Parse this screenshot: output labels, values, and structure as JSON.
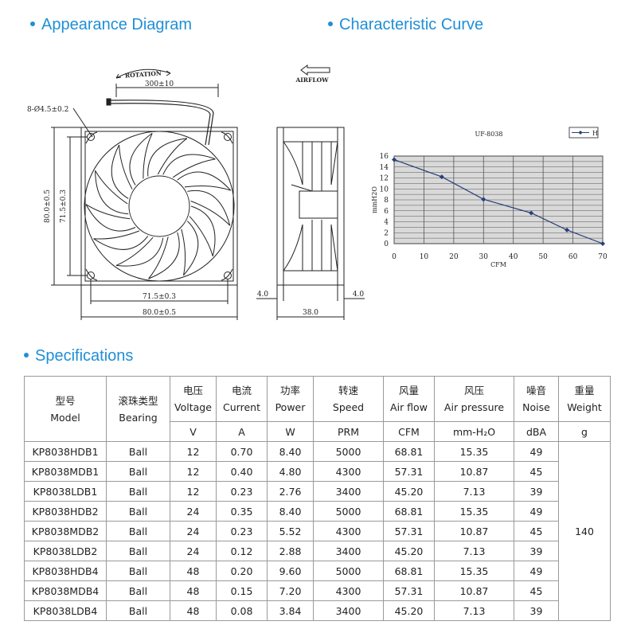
{
  "sections": {
    "appearance": "Appearance Diagram",
    "curve": "Characteristic Curve",
    "specs": "Specifications"
  },
  "diagram": {
    "rotation_label": "ROTATION",
    "cable_length": "300±10",
    "hole_spec": "8-Ø4.5±0.2",
    "dim_outer_v": "80.0±0.5",
    "dim_inner_v": "71.5±0.3",
    "dim_inner_h": "71.5±0.3",
    "dim_outer_h": "80.0±0.5",
    "airflow_label": "AIRFLOW",
    "side_flange_left": "4.0",
    "side_flange_right": "4.0",
    "side_depth": "38.0"
  },
  "chart_data": {
    "type": "line",
    "title": "UF-8038",
    "xlabel": "CFM",
    "ylabel": "mmH2O",
    "xlim": [
      0,
      70
    ],
    "ylim": [
      0,
      16
    ],
    "xticks": [
      0,
      10,
      20,
      30,
      40,
      50,
      60,
      70
    ],
    "yticks": [
      0,
      2,
      4,
      6,
      8,
      10,
      12,
      14,
      16
    ],
    "grid": true,
    "legend_position": "top-right",
    "series": [
      {
        "name": "H",
        "x": [
          0,
          16,
          30,
          46,
          58,
          70
        ],
        "y": [
          15.35,
          12.2,
          8.1,
          5.6,
          2.5,
          0
        ]
      }
    ]
  },
  "table": {
    "headers": [
      {
        "cn": "型号",
        "en": "Model"
      },
      {
        "cn": "滚珠类型",
        "en": "Bearing"
      },
      {
        "cn": "电压",
        "en": "Voltage"
      },
      {
        "cn": "电流",
        "en": "Current"
      },
      {
        "cn": "功率",
        "en": "Power"
      },
      {
        "cn": "转速",
        "en": "Speed"
      },
      {
        "cn": "风量",
        "en": "Air flow"
      },
      {
        "cn": "风压",
        "en": "Air pressure"
      },
      {
        "cn": "噪音",
        "en": "Noise"
      },
      {
        "cn": "重量",
        "en": "Weight"
      }
    ],
    "units": [
      "V",
      "A",
      "W",
      "PRM",
      "CFM",
      "mm-H₂O",
      "dBA",
      "g"
    ],
    "weight": "140",
    "rows": [
      [
        "KP8038HDB1",
        "Ball",
        "12",
        "0.70",
        "8.40",
        "5000",
        "68.81",
        "15.35",
        "49"
      ],
      [
        "KP8038MDB1",
        "Ball",
        "12",
        "0.40",
        "4.80",
        "4300",
        "57.31",
        "10.87",
        "45"
      ],
      [
        "KP8038LDB1",
        "Ball",
        "12",
        "0.23",
        "2.76",
        "3400",
        "45.20",
        "7.13",
        "39"
      ],
      [
        "KP8038HDB2",
        "Ball",
        "24",
        "0.35",
        "8.40",
        "5000",
        "68.81",
        "15.35",
        "49"
      ],
      [
        "KP8038MDB2",
        "Ball",
        "24",
        "0.23",
        "5.52",
        "4300",
        "57.31",
        "10.87",
        "45"
      ],
      [
        "KP8038LDB2",
        "Ball",
        "24",
        "0.12",
        "2.88",
        "3400",
        "45.20",
        "7.13",
        "39"
      ],
      [
        "KP8038HDB4",
        "Ball",
        "48",
        "0.20",
        "9.60",
        "5000",
        "68.81",
        "15.35",
        "49"
      ],
      [
        "KP8038MDB4",
        "Ball",
        "48",
        "0.15",
        "7.20",
        "4300",
        "57.31",
        "10.87",
        "45"
      ],
      [
        "KP8038LDB4",
        "Ball",
        "48",
        "0.08",
        "3.84",
        "3400",
        "45.20",
        "7.13",
        "39"
      ]
    ]
  }
}
